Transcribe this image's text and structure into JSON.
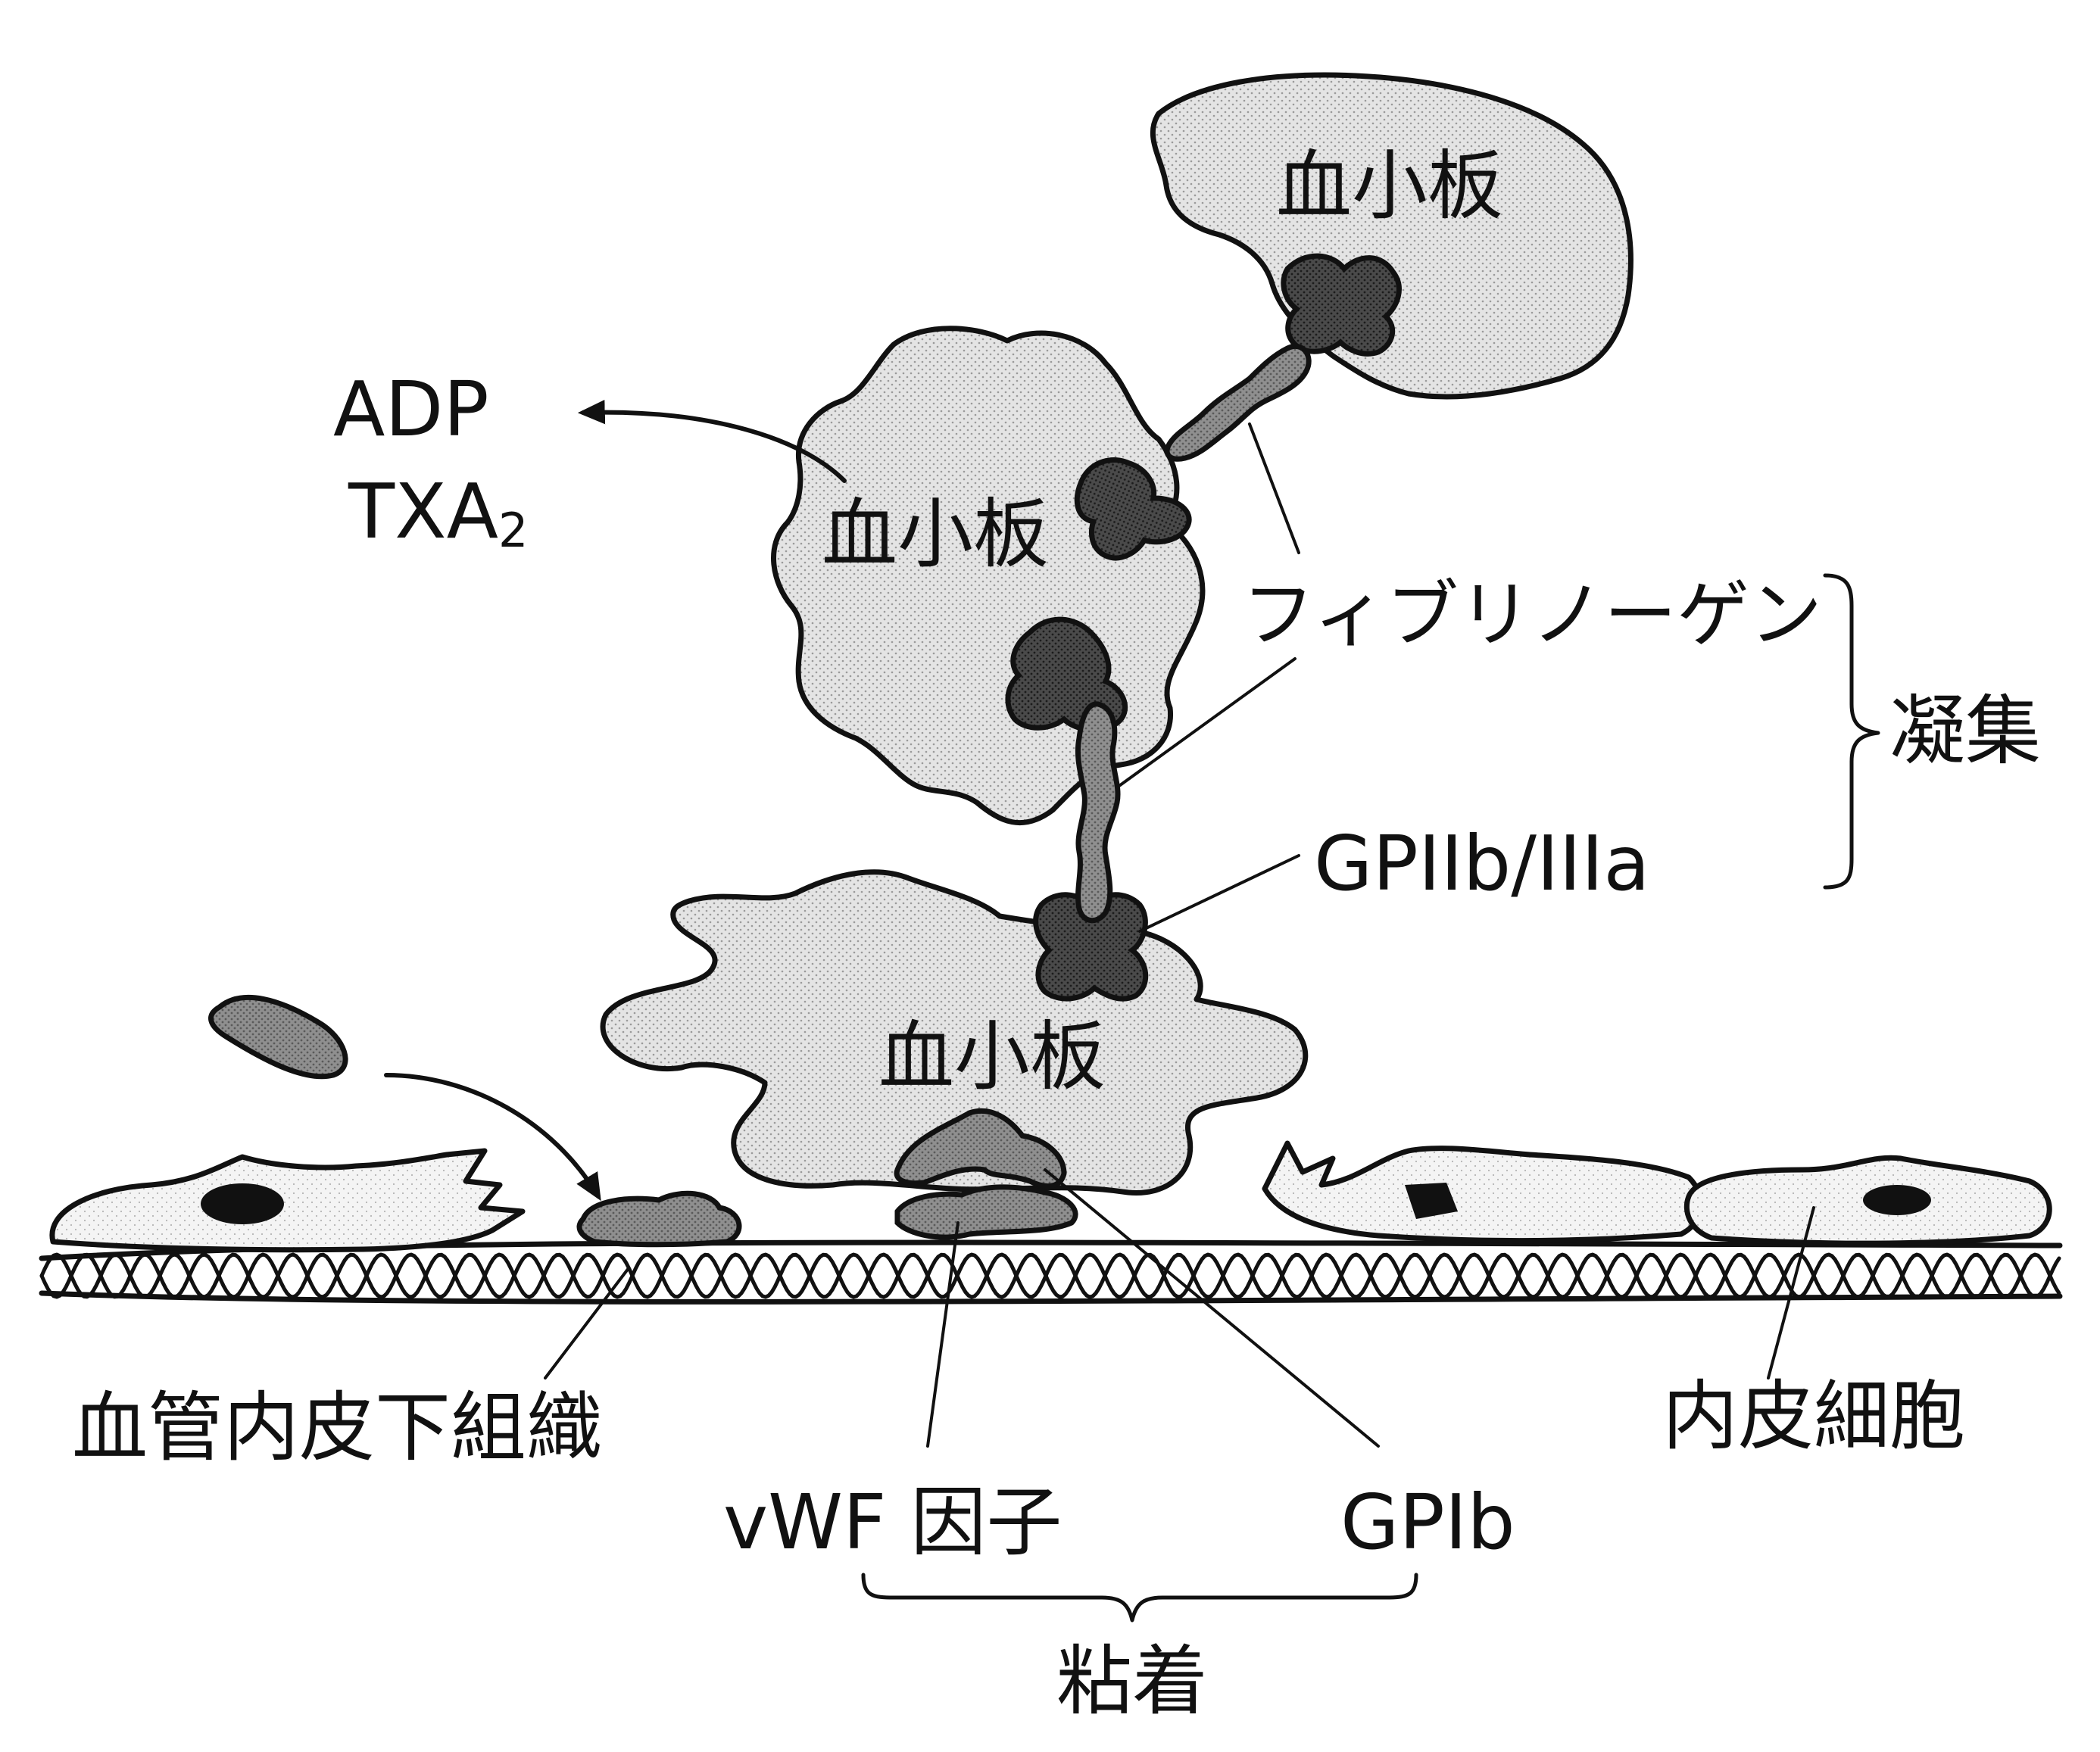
{
  "labels": {
    "platelet_top": "血小板",
    "platelet_middle": "血小板",
    "platelet_bottom": "血小板",
    "adp": "ADP",
    "txa": "TXA",
    "txa_sub": "2",
    "fibrinogen": "フィブリノーゲン",
    "aggregation": "凝集",
    "gp2b3a": "GPIIb/IIIa",
    "subendothelium": "血管内皮下組織",
    "vwf": "vWF 因子",
    "gp1b": "GPIb",
    "adhesion": "粘着",
    "endothelial_cell": "内皮細胞"
  },
  "colors": {
    "ink": "#111111",
    "platelet_fill": "#e2e2e2",
    "receptor_fill": "#4a4a4a",
    "fibrinogen_fill": "#8f8f8f",
    "cell_fill": "#f2f2f2",
    "nucleus_fill": "#111111"
  }
}
